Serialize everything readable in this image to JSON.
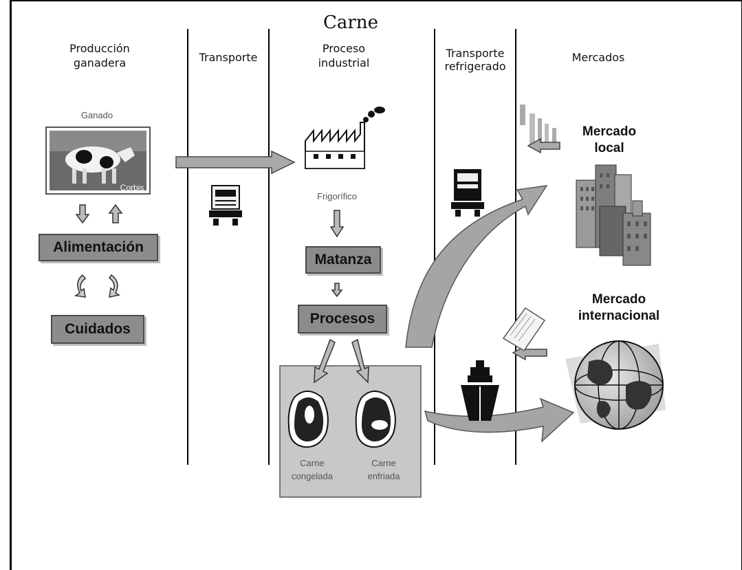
{
  "title": "Carne",
  "columns": {
    "produccion": "Producción\nganadera",
    "transporte": "Transporte",
    "proceso": "Proceso\nindustrial",
    "transporte_refrigerado": "Transporte\nrefrigerado",
    "mercados": "Mercados"
  },
  "labels": {
    "ganado": "Ganado",
    "photo_caption": "Corbis",
    "frigorifico": "Frigorífico",
    "alimentacion": "Alimentación",
    "cuidados": "Cuidados",
    "matanza": "Matanza",
    "procesos": "Procesos",
    "carne_congelada": "Carne\ncongelada",
    "carne_enfriada": "Carne\nenfriada",
    "mercado_local": "Mercado\nlocal",
    "mercado_internacional": "Mercado\ninternacional"
  }
}
